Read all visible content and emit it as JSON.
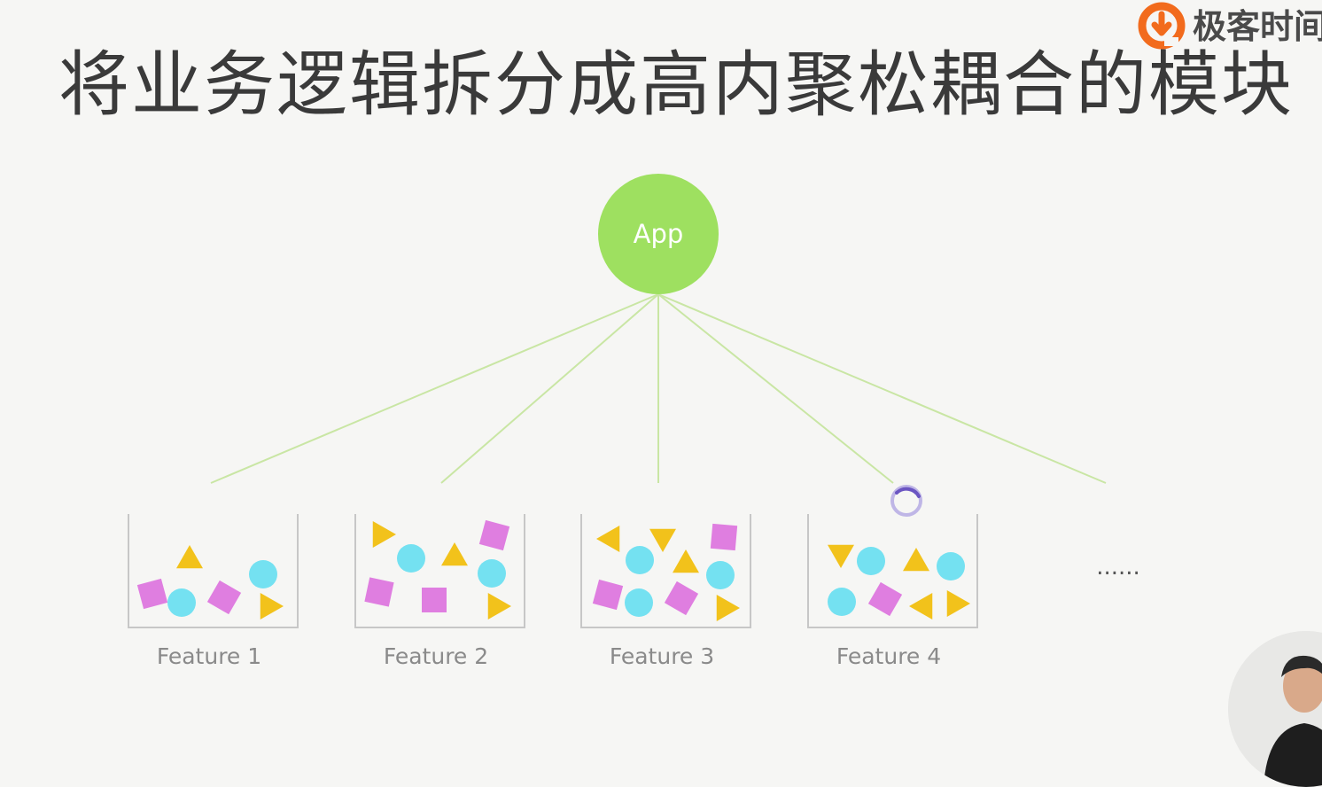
{
  "slide": {
    "title": "将业务逻辑拆分成高内聚松耦合的模块"
  },
  "brand": {
    "name": "极客时间",
    "logo_color": "#f26b1d"
  },
  "diagram": {
    "root": {
      "label": "App",
      "color": "#9ee060"
    },
    "link_color": "#c9e6a4",
    "box_border_color": "#c7c7c7",
    "shape_colors": {
      "triangle": "#f2c21b",
      "circle": "#74e1f1",
      "square": "#df7ee0"
    },
    "features": [
      {
        "label": "Feature 1"
      },
      {
        "label": "Feature 2"
      },
      {
        "label": "Feature 3"
      },
      {
        "label": "Feature 4"
      }
    ],
    "more": "......",
    "loading_indicator": "spinner-icon"
  },
  "presenter": {
    "icon": "presenter-video-avatar"
  }
}
